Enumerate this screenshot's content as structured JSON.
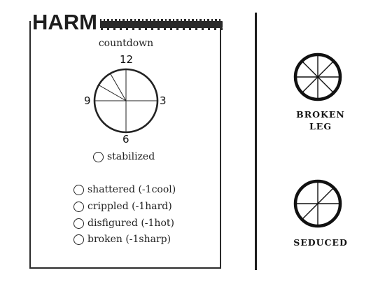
{
  "harm": {
    "title": "HARM",
    "countdown_label": "countdown",
    "clock": {
      "n12": "12",
      "n3": "3",
      "n6": "6",
      "n9": "9"
    },
    "stabilized": {
      "label": "stabilized",
      "checked": false
    },
    "debilities": [
      {
        "label": "shattered (-1cool)",
        "checked": false
      },
      {
        "label": "crippled (-1hard)",
        "checked": false
      },
      {
        "label": "disfigured (-1hot)",
        "checked": false
      },
      {
        "label": "broken (-1sharp)",
        "checked": false
      }
    ]
  },
  "conditions": [
    {
      "label_line1": "BROKEN",
      "label_line2": "LEG",
      "segments": 8
    },
    {
      "label_line1": "SEDUCED",
      "label_line2": "",
      "segments": 6
    }
  ],
  "colors": {
    "ink": "#222222",
    "background": "#ffffff"
  }
}
